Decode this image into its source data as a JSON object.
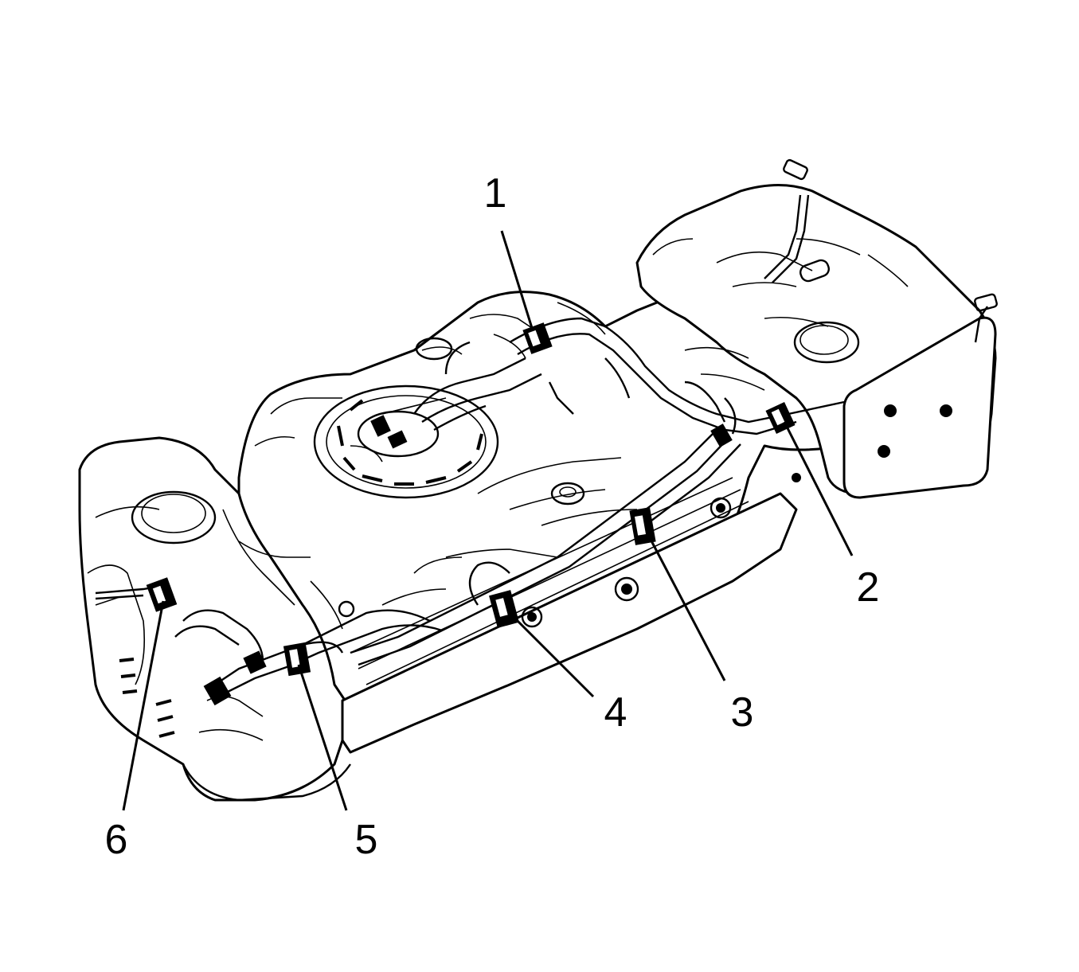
{
  "diagram": {
    "background": "#ffffff",
    "line_color": "#000000",
    "callouts": [
      {
        "id": "1",
        "label": "1"
      },
      {
        "id": "2",
        "label": "2"
      },
      {
        "id": "3",
        "label": "3"
      },
      {
        "id": "4",
        "label": "4"
      },
      {
        "id": "5",
        "label": "5"
      },
      {
        "id": "6",
        "label": "6"
      }
    ]
  }
}
